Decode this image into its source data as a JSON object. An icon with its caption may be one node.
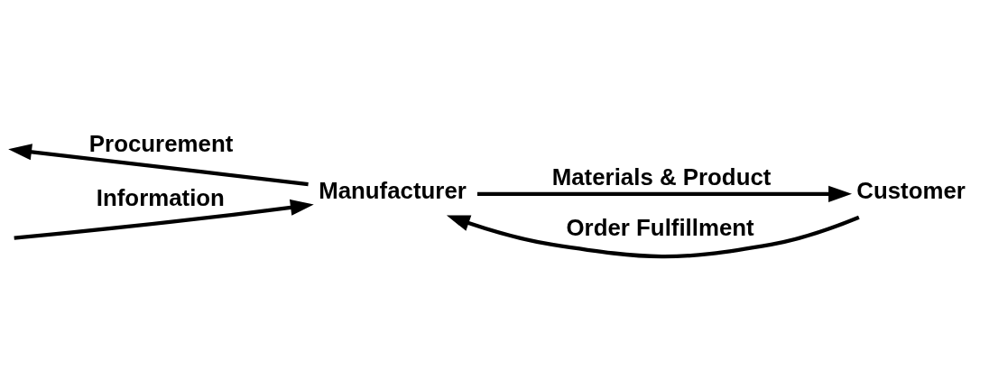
{
  "diagram": {
    "nodes": [
      {
        "text": [
          "Manufacturer"
        ]
      },
      {
        "text": [
          "Customer"
        ]
      }
    ],
    "edges": [
      {
        "from": 1,
        "to": 0,
        "arrow": "to",
        "label": "Order Fulfillment"
      },
      {
        "from": 0,
        "to": null,
        "arrow": "to",
        "label": "Procurement"
      },
      {
        "from": null,
        "to": 0,
        "arrow": "to",
        "label": "Information"
      },
      {
        "from": 0,
        "to": 1,
        "arrow": "to",
        "label": "Materials & Product"
      }
    ]
  }
}
